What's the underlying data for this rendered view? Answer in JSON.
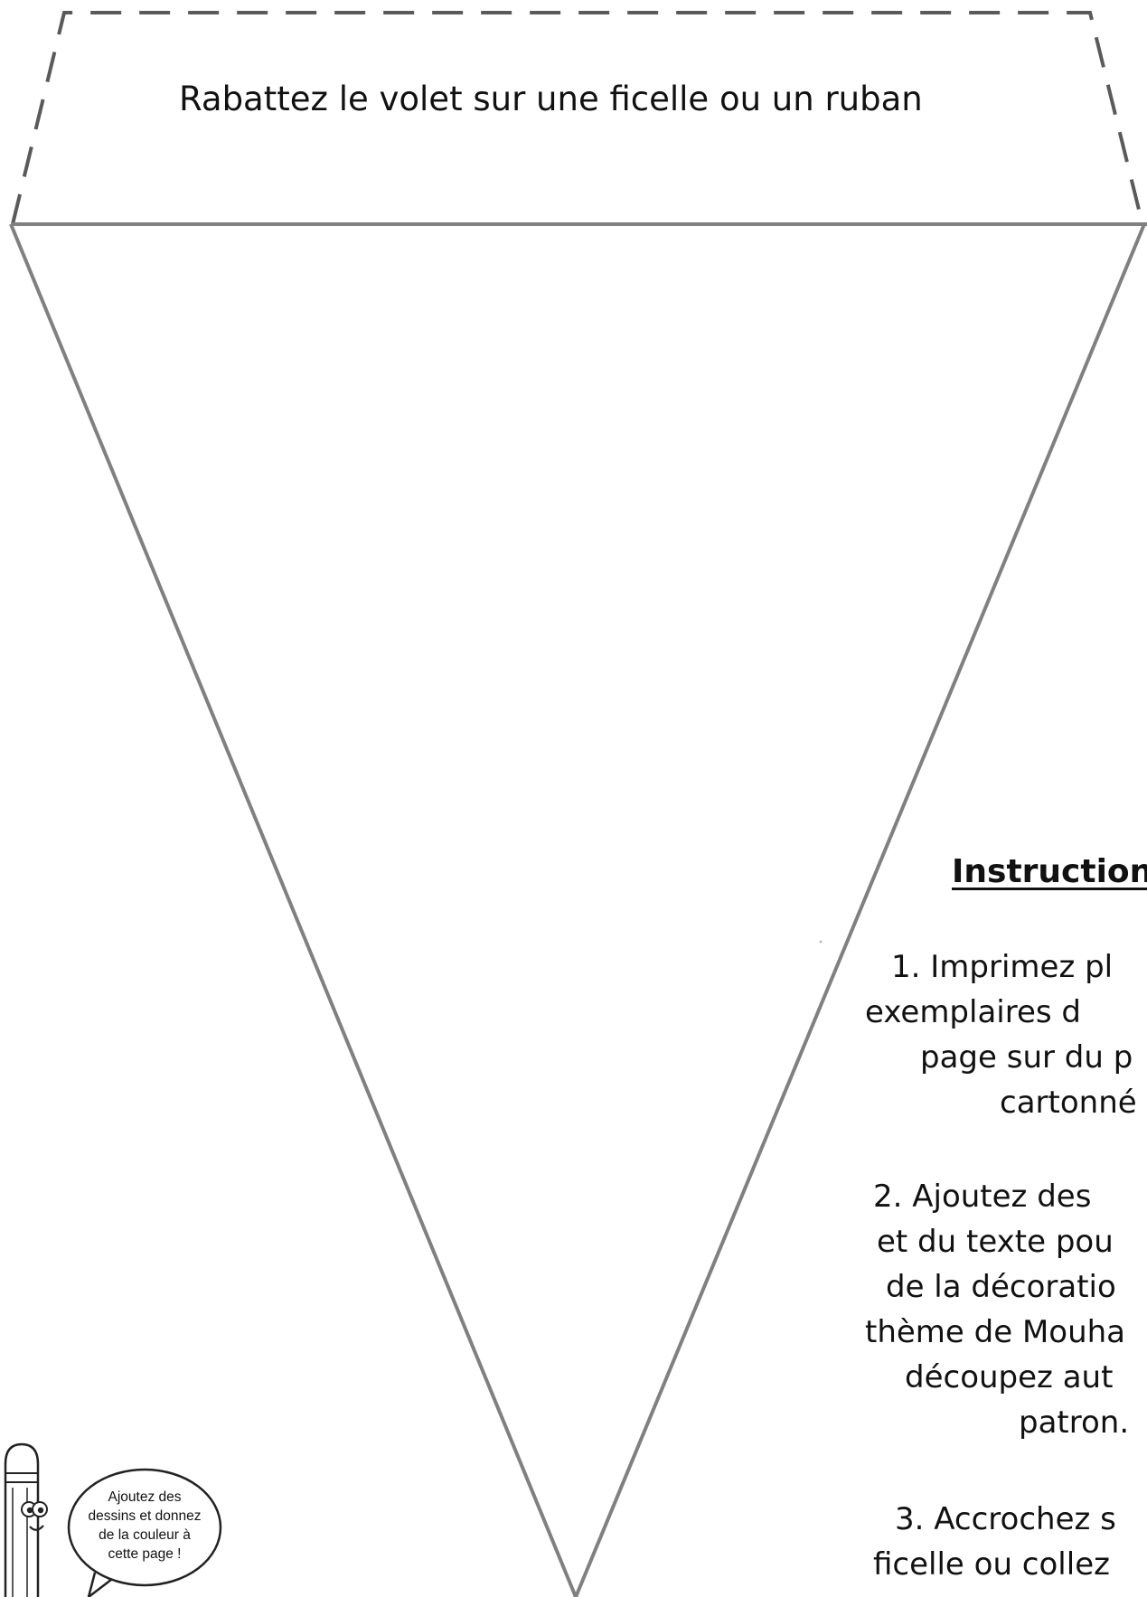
{
  "flap": {
    "instruction": "Rabattez le volet sur une ficelle ou un ruban"
  },
  "instructions": {
    "title": "Instruction",
    "step1_lines": [
      "1. Imprimez pl",
      "exemplaires d",
      "page sur du p",
      "cartonné"
    ],
    "step2_lines": [
      "2. Ajoutez des",
      "et du texte pou",
      "de la décoratio",
      "thème de Mouha",
      "découpez aut",
      "patron."
    ],
    "step3_lines": [
      "3. Accrochez s",
      "ficelle ou collez"
    ]
  },
  "mascot": {
    "bubble_lines": [
      "Ajoutez des",
      "dessins et donnez",
      "de la couleur à",
      "cette page !"
    ]
  },
  "colors": {
    "outline": "#808080",
    "dashes": "#5a5a5a",
    "text": "#111111"
  }
}
